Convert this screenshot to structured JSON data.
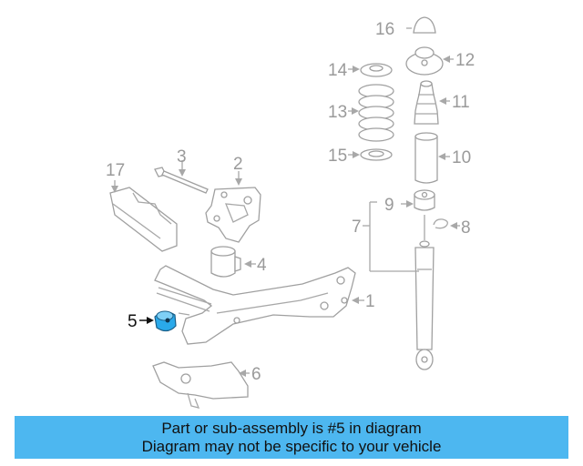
{
  "callouts": [
    {
      "key": "c1",
      "label": "1"
    },
    {
      "key": "c2",
      "label": "2"
    },
    {
      "key": "c3",
      "label": "3"
    },
    {
      "key": "c4",
      "label": "4"
    },
    {
      "key": "c5",
      "label": "5",
      "highlighted": true
    },
    {
      "key": "c6",
      "label": "6"
    },
    {
      "key": "c7",
      "label": "7"
    },
    {
      "key": "c8",
      "label": "8"
    },
    {
      "key": "c9",
      "label": "9"
    },
    {
      "key": "c10",
      "label": "10"
    },
    {
      "key": "c11",
      "label": "11"
    },
    {
      "key": "c12",
      "label": "12"
    },
    {
      "key": "c13",
      "label": "13"
    },
    {
      "key": "c14",
      "label": "14"
    },
    {
      "key": "c15",
      "label": "15"
    },
    {
      "key": "c16",
      "label": "16"
    },
    {
      "key": "c17",
      "label": "17"
    }
  ],
  "colors": {
    "highlight_part": "#2aa9ea",
    "banner_bg": "#4db7f0",
    "line_art": "#a8a8a8"
  },
  "banner": {
    "line1": "Part or sub-assembly is #5 in diagram",
    "line2": "Diagram may not be specific to your vehicle"
  }
}
